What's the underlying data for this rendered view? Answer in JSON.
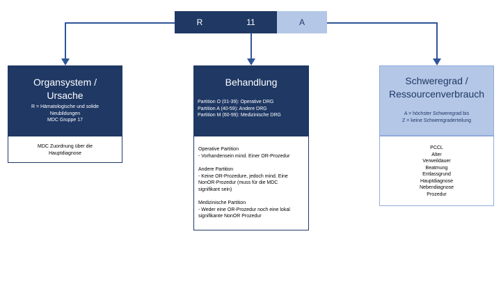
{
  "code": {
    "part1": "R",
    "part2": "11",
    "part3": "A"
  },
  "colors": {
    "dark": "#1f3864",
    "light": "#b4c7e7",
    "line": "#2f5597"
  },
  "boxes": {
    "organ": {
      "title_line1": "Organsystem /",
      "title_line2": "Ursache",
      "desc": [
        "R = Hämatologische und solide",
        "Neubildungen",
        "MDC Gruppe 17"
      ],
      "detail": [
        "MDC Zuordnung über die",
        "Hauptdiagnose"
      ]
    },
    "behandlung": {
      "title": "Behandlung",
      "desc": [
        "Partition O (01-39): Operative DRG",
        "Partition A (40-59): Andere DRG",
        "Partition M (60-99): Medizinische DRG"
      ],
      "detail": [
        {
          "heading": "Operative Partition",
          "lines": [
            "- Vorhandensein mind. Einer OR-Prozedur"
          ]
        },
        {
          "heading": "Andere Partition",
          "lines": [
            "- Keine OR-Prozedure, jedoch mind. Eine",
            "NonOR-Prozedur (muss für die MDC",
            "signifikant sein)"
          ]
        },
        {
          "heading": "Medizinische Partition",
          "lines": [
            "- Weder eine OR-Prozedur noch eine lokal",
            "signifikante NonOR Prozedur"
          ]
        }
      ]
    },
    "schweregrad": {
      "title_line1": "Schweregrad /",
      "title_line2": "Ressourcenverbrauch",
      "desc": [
        "A = höchster Schweregrad bis",
        "Z = keine Schweregraderteilung"
      ],
      "detail": [
        "PCCL",
        "Alter",
        "Verweildauer",
        "Beatmung",
        "Entlassgrund",
        "Hauptdiagnose",
        "Nebendiagnose",
        "Prozedur"
      ]
    }
  }
}
